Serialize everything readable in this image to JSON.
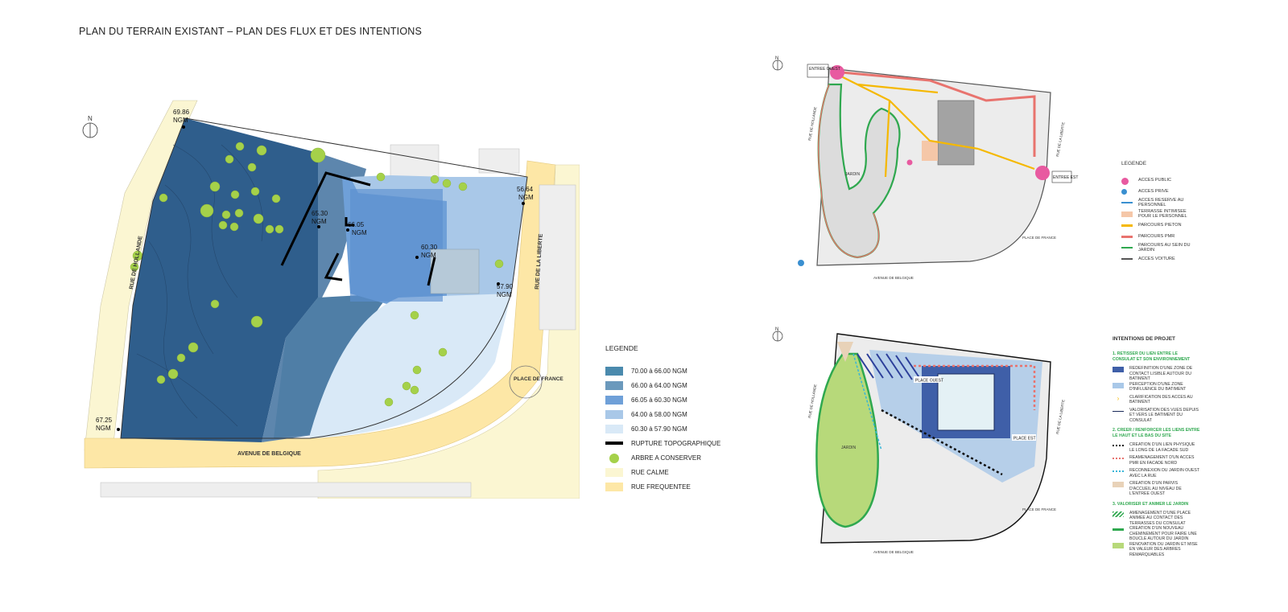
{
  "title": "PLAN DU TERRAIN EXISTANT – PLAN DES FLUX ET DES INTENTIONS",
  "north_label": "N",
  "main_plan": {
    "streets": {
      "hollande": "RUE DE HOLLANDE",
      "liberte": "RUE DE LA LIBERTE",
      "belgique": "AVENUE DE BELGIQUE",
      "place_france": "PLACE DE FRANCE"
    },
    "elevations": [
      {
        "value": "69.86",
        "unit": "NGM"
      },
      {
        "value": "65.30",
        "unit": "NGM"
      },
      {
        "value": "66.05",
        "unit": "NGM"
      },
      {
        "value": "60.30",
        "unit": "NGM"
      },
      {
        "value": "56.64",
        "unit": "NGM"
      },
      {
        "value": "57.90",
        "unit": "NGM"
      },
      {
        "value": "67.25",
        "unit": "NGM"
      }
    ]
  },
  "legend_main": {
    "heading": "LEGENDE",
    "items": [
      {
        "label": "70.00 à 66.00 NGM",
        "color": "#4a8aad"
      },
      {
        "label": "66.00 à 64.00 NGM",
        "color": "#6b99bc"
      },
      {
        "label": "66.05 à 60.30 NGM",
        "color": "#6fa0d8"
      },
      {
        "label": "64.00 à 58.00 NGM",
        "color": "#a9c8e8"
      },
      {
        "label": "60.30 à 57.90 NGM",
        "color": "#d9e9f7"
      },
      {
        "label": "RUPTURE TOPOGRAPHIQUE",
        "color": "#000000"
      },
      {
        "label": "ARBRE A CONSERVER",
        "color": "#a5d14a"
      },
      {
        "label": "RUE CALME",
        "color": "#fbf6d2"
      },
      {
        "label": "RUE FREQUENTEE",
        "color": "#fde7a6"
      }
    ]
  },
  "flux_plan": {
    "entree_ouest": "ENTREE OUEST",
    "entree_est": "ENTREE EST",
    "jardin": "JARDIN",
    "place_france": "PLACE DE FRANCE",
    "hollande": "RUE DE HOLLANDE",
    "liberte": "RUE DE LA LIBERTE",
    "belgique": "AVENUE DE BELGIQUE"
  },
  "legend_flux": {
    "heading": "LEGENDE",
    "items": [
      {
        "label": "ACCES PUBLIC",
        "color": "#e85aa0"
      },
      {
        "label": "ACCES PRIVE",
        "color": "#3a8fd0"
      },
      {
        "label": "ACCES RESERVE AU PERSONNEL",
        "color": "#3a8fd0"
      },
      {
        "label": "TERRASSE INTIMISEE POUR LE PERSONNEL",
        "color": "#f5c7a8"
      },
      {
        "label": "PARCOURS PIETON",
        "color": "#f5b800"
      },
      {
        "label": "PARCOURS PMR",
        "color": "#e8736e"
      },
      {
        "label": "PARCOURS AU SEIN DU JARDIN",
        "color": "#2fa84f"
      },
      {
        "label": "ACCES VOITURE",
        "color": "#555555"
      }
    ]
  },
  "intent_plan": {
    "place_ouest": "PLACE OUEST",
    "place_est": "PLACE EST",
    "jardin": "JARDIN",
    "place_france": "PLACE DE FRANCE",
    "hollande": "RUE DE HOLLANDE",
    "liberte": "RUE DE LA LIBERTE",
    "belgique": "AVENUE DE BELGIQUE"
  },
  "legend_intent": {
    "heading": "INTENTIONS DE PROJET",
    "sections": [
      {
        "title": "1. RETISSER DU LIEN ENTRE LE CONSULAT ET SON ENVIRONNEMENT",
        "items": [
          {
            "label": "REDEFINITION D'UNE ZONE DE CONTACT LISIBLE AUTOUR DU BATIMENT",
            "color": "#3f5fa8"
          },
          {
            "label": "PERCEPTION D'UNE ZONE D'INFLUENCE DU BATIMENT",
            "color": "#a9c8e8"
          },
          {
            "label": "CLARIFICATION DES ACCES AU BATIMENT",
            "color": "#f5b800"
          },
          {
            "label": "VALORISATION DES VUES DEPUIS ET VERS LE BATIMENT DU CONSULAT",
            "color": "#1a2a5a"
          }
        ]
      },
      {
        "title": "2. CREER / RENFORCER LES LIENS ENTRE LE HAUT ET LE BAS DU SITE",
        "items": [
          {
            "label": "CREATION D'UN LIEN PHYSIQUE LE LONG DE LA FACADE SUD",
            "color": "#111111"
          },
          {
            "label": "REAMENAGEMENT D'UN ACCES PMR EN FACADE NORD",
            "color": "#e8736e"
          },
          {
            "label": "RECONNEXION DU JARDIN OUEST AVEC LA RUE",
            "color": "#39b6d8"
          },
          {
            "label": "CREATION D'UN PARVIS D'ACCUEIL AU NIVEAU DE L'ENTREE OUEST",
            "color": "#e8d2b8"
          }
        ]
      },
      {
        "title": "3. VALORISER ET ANIMER LE JARDIN",
        "items": [
          {
            "label": "AMENAGEMENT D'UNE PLACE ANIMEE AU CONTACT DES TERRASSES DU CONSULAT",
            "color": "#2fa84f"
          },
          {
            "label": "CREATION D'UN NOUVEAU CHEMINEMENT POUR FAIRE UNE BOUCLE AUTOUR DU JARDIN",
            "color": "#2fa84f"
          },
          {
            "label": "RENOVATION DU JARDIN ET MISE EN VALEUR DES ARBRES REMARQUABLES",
            "color": "#b7d97a"
          }
        ]
      }
    ]
  }
}
